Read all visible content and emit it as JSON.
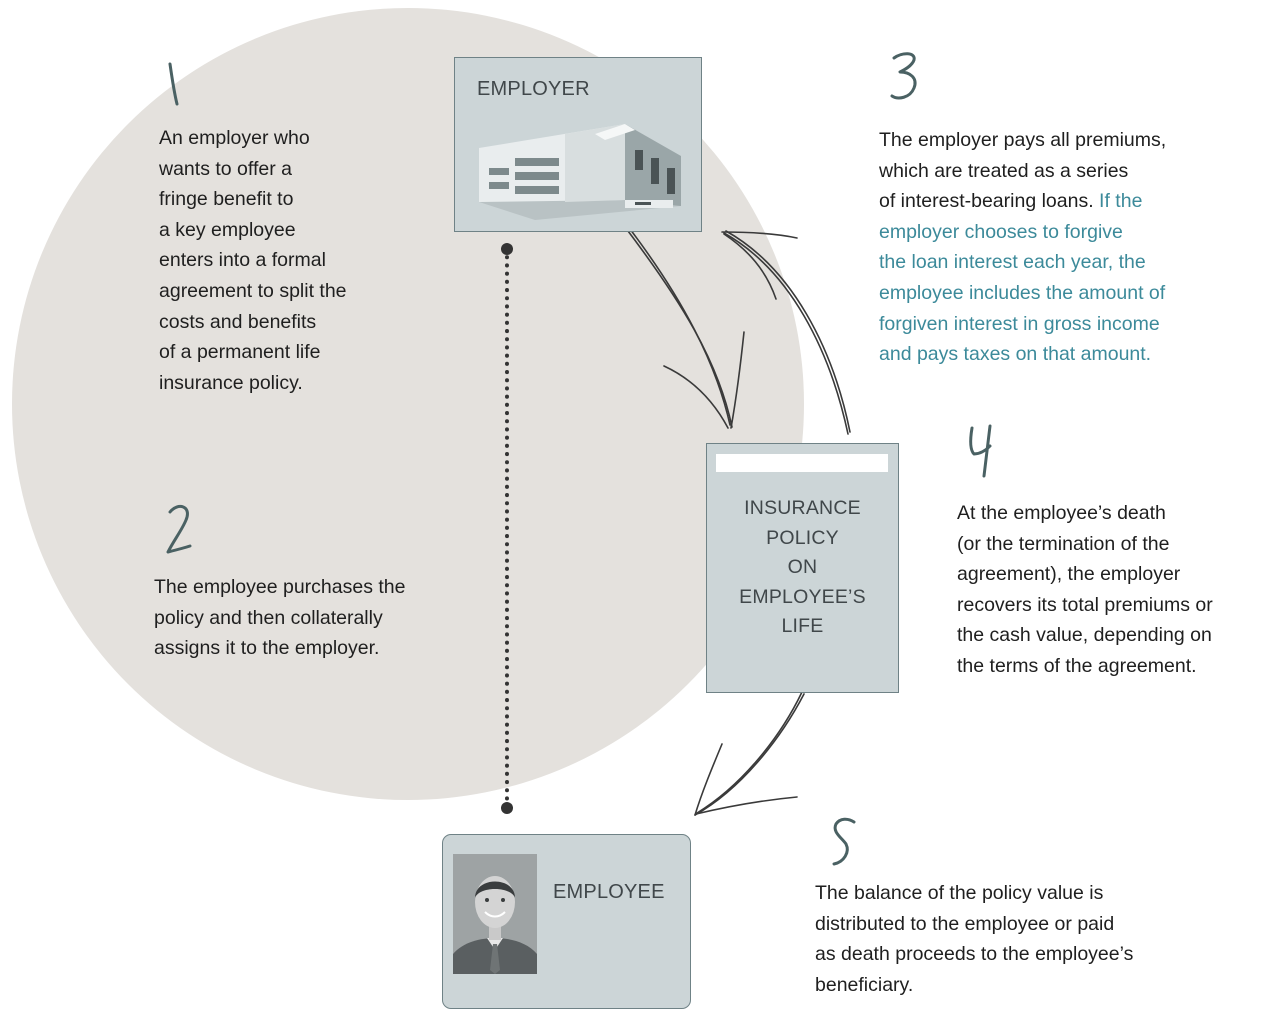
{
  "employer": {
    "label": "EMPLOYER"
  },
  "policy": {
    "label": "INSURANCE\nPOLICY\nON\nEMPLOYEE’S\nLIFE"
  },
  "employee": {
    "label": "EMPLOYEE"
  },
  "steps": [
    {
      "number": "1",
      "text": "An employer who\nwants to offer a\nfringe benefit to\na key employee\nenters into a formal\nagreement to split the\ncosts and benefits\nof a permanent life\ninsurance policy."
    },
    {
      "number": "2",
      "text": "The employee purchases the\npolicy and then collaterally\nassigns it to the employer."
    },
    {
      "number": "3",
      "text": "The employer pays all premiums,\nwhich are treated as a series\nof interest-bearing loans. ",
      "highlight": "If the\nemployer chooses to forgive\nthe loan interest each year, the\nemployee includes the amount of\nforgiven interest in gross income\nand pays taxes on that amount."
    },
    {
      "number": "4",
      "text": "At the employee’s death\n(or the termination of the\nagreement), the employer\nrecovers its total premiums or\nthe cash value, depending on\nthe terms of the agreement."
    },
    {
      "number": "5",
      "text": "The balance of the policy value is\ndistributed to the employee or paid\nas death proceeds to the employee’s\nbeneficiary."
    }
  ],
  "colors": {
    "circle": "#e4e1dd",
    "box_fill": "#ccd5d7",
    "highlight_text": "#3c8a9a",
    "numeral": "#4a6163",
    "arrow": "#3a3a3a"
  }
}
